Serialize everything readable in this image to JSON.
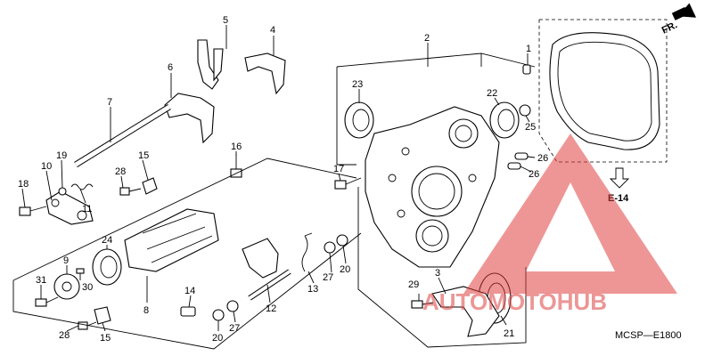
{
  "diagram": {
    "code": "MCSP—E1800",
    "direction_label": "FR.",
    "ref_label": "E-14",
    "watermark": "AUTOMOTOHUB",
    "parts": [
      {
        "id": "p1",
        "label": "1"
      },
      {
        "id": "p2",
        "label": "2"
      },
      {
        "id": "p3",
        "label": "3"
      },
      {
        "id": "p4",
        "label": "4"
      },
      {
        "id": "p5",
        "label": "5"
      },
      {
        "id": "p6",
        "label": "6"
      },
      {
        "id": "p7",
        "label": "7"
      },
      {
        "id": "p8",
        "label": "8"
      },
      {
        "id": "p9",
        "label": "9"
      },
      {
        "id": "p10",
        "label": "10"
      },
      {
        "id": "p11",
        "label": "11"
      },
      {
        "id": "p12",
        "label": "12"
      },
      {
        "id": "p13",
        "label": "13"
      },
      {
        "id": "p14",
        "label": "14"
      },
      {
        "id": "p15a",
        "label": "15"
      },
      {
        "id": "p15b",
        "label": "15"
      },
      {
        "id": "p16",
        "label": "16"
      },
      {
        "id": "p17",
        "label": "17"
      },
      {
        "id": "p18",
        "label": "18"
      },
      {
        "id": "p19",
        "label": "19"
      },
      {
        "id": "p20a",
        "label": "20"
      },
      {
        "id": "p20b",
        "label": "20"
      },
      {
        "id": "p21",
        "label": "21"
      },
      {
        "id": "p22",
        "label": "22"
      },
      {
        "id": "p23",
        "label": "23"
      },
      {
        "id": "p24",
        "label": "24"
      },
      {
        "id": "p25",
        "label": "25"
      },
      {
        "id": "p26a",
        "label": "26"
      },
      {
        "id": "p26b",
        "label": "26"
      },
      {
        "id": "p27a",
        "label": "27"
      },
      {
        "id": "p27b",
        "label": "27"
      },
      {
        "id": "p28a",
        "label": "28"
      },
      {
        "id": "p28b",
        "label": "28"
      },
      {
        "id": "p29",
        "label": "29"
      },
      {
        "id": "p30",
        "label": "30"
      },
      {
        "id": "p31",
        "label": "31"
      }
    ]
  }
}
